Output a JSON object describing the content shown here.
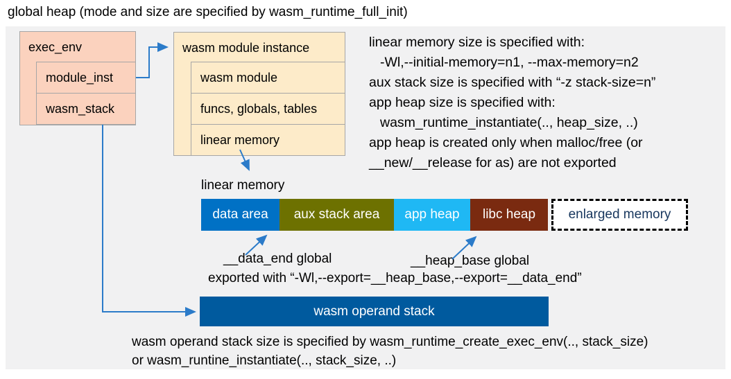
{
  "title": "global heap (mode and size are specified by wasm_runtime_full_init)",
  "colors": {
    "accent-arrow": "#2B7BC9",
    "salmon-box": "#FBD2BE",
    "cream-box": "#FDEBC9",
    "box-border": "#A6A6A6",
    "stage-bg": "#F1F1F2",
    "data-area": "#0071C5",
    "aux-stack": "#6D7100",
    "app-heap": "#1FB8F4",
    "libc-heap": "#7A2A10",
    "operand-stack": "#005A9E",
    "enlarged-text": "#17365D"
  },
  "exec_env": {
    "header": "exec_env",
    "rows": [
      "module_inst",
      "wasm_stack"
    ]
  },
  "module_instance": {
    "header": "wasm module instance",
    "rows": [
      "wasm module",
      "funcs, globals, tables",
      "linear memory"
    ]
  },
  "notes": {
    "lines": [
      "linear memory size is specified with:",
      "-Wl,--initial-memory=n1, --max-memory=n2",
      "aux stack size is specified with “-z stack-size=n”",
      "app heap size is specified with:",
      "wasm_runtime_instantiate(.., heap_size, ..)",
      "app heap is created only when malloc/free (or",
      "__new/__release for as) are not exported"
    ]
  },
  "linear_memory": {
    "label": "linear memory",
    "segments": [
      {
        "label": "data area"
      },
      {
        "label": "aux stack area"
      },
      {
        "label": "app heap"
      },
      {
        "label": "libc heap"
      },
      {
        "label": "enlarged memory"
      }
    ]
  },
  "annotations": {
    "data_end": "__data_end global",
    "heap_base": "__heap_base global",
    "exported": "exported with “-Wl,--export=__heap_base,--export=__data_end”"
  },
  "operand_stack": {
    "label": "wasm operand stack",
    "notes": [
      "wasm operand stack size is specified by wasm_runtime_create_exec_env(.., stack_size)",
      "or wasm_runtine_instantiate(.., stack_size, ..)"
    ]
  }
}
